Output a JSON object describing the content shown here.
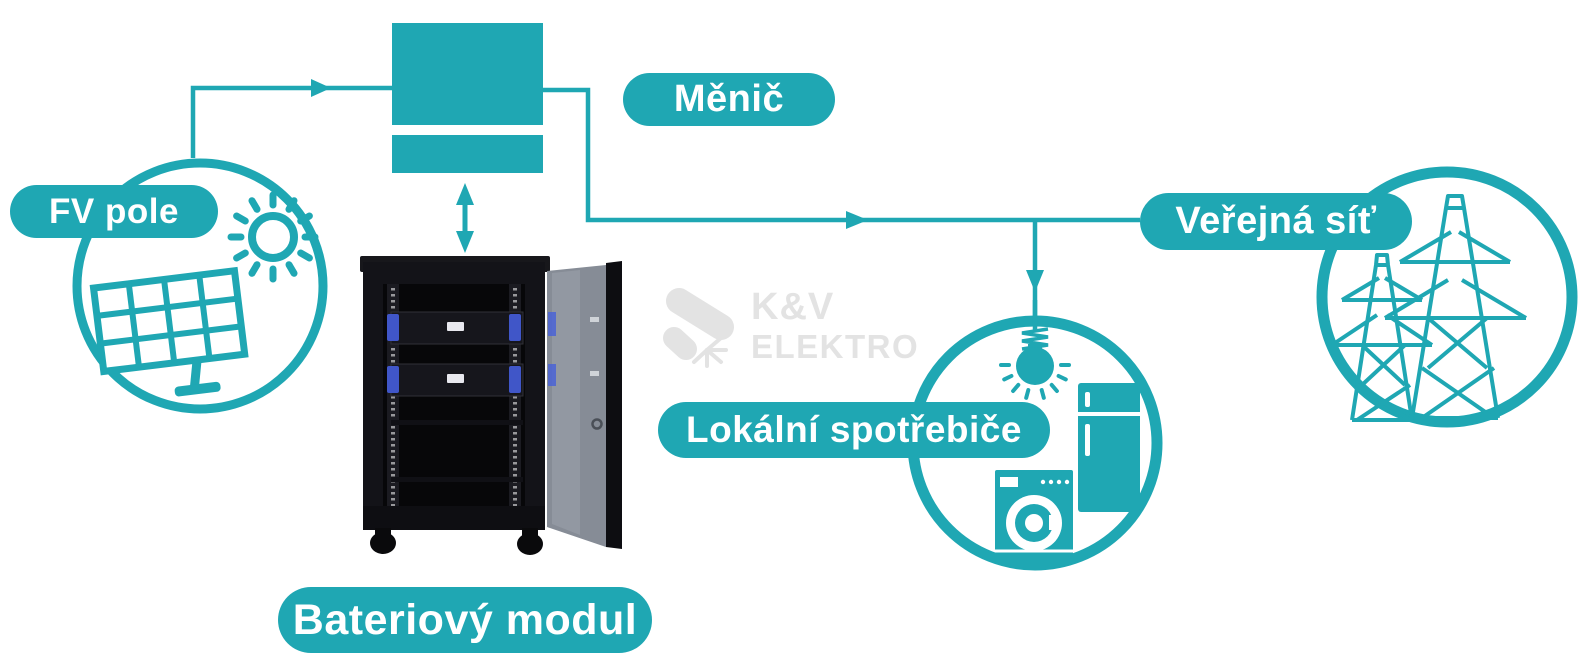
{
  "colors": {
    "background": "#ffffff",
    "teal": "#1fa7b3",
    "watermark_gray": "#e3e3e3",
    "rack_black": "#131318",
    "rack_cavity": "#070709",
    "door_glass": "#868c96",
    "unit_blue": "#4056c8",
    "label_text": "#ffffff"
  },
  "labels": {
    "fv_pole": "FV pole",
    "menic": "Měnič",
    "bateriovy_modul": "Bateriový modul",
    "lokalni_spotrebice": "Lokální spotřebiče",
    "verejna_sit": "Veřejná síť"
  },
  "watermark": {
    "brand_line1": "K&V",
    "brand_line2": "ELEKTRO"
  },
  "diagram": {
    "type": "system-schematic",
    "description_of_icons": [
      {
        "node": "fv_pole",
        "icons": [
          "sun-icon",
          "solar-panel-icon"
        ],
        "shape": "outlined-circle"
      },
      {
        "node": "menic",
        "icons": [
          "inverter-blocks"
        ],
        "shape": "two-solid-rectangles"
      },
      {
        "node": "bateriovy_modul",
        "icons": [
          "battery-rack-cabinet",
          "open-glass-door",
          "two-battery-units",
          "caster-wheels"
        ],
        "shape": "photo"
      },
      {
        "node": "lokalni_spotrebice",
        "icons": [
          "light-bulb-icon",
          "fridge-icon",
          "washing-machine-icon"
        ],
        "shape": "outlined-circle"
      },
      {
        "node": "verejna_sit",
        "icons": [
          "power-pylon-large-icon",
          "power-pylon-small-icon"
        ],
        "shape": "outlined-circle"
      }
    ],
    "edges": [
      {
        "from": "fv_pole",
        "to": "menic",
        "style": "single-arrow"
      },
      {
        "from": "menic",
        "to": "bateriovy_modul",
        "style": "double-headed-arrow"
      },
      {
        "from": "menic",
        "to": "verejna_sit",
        "style": "single-arrow"
      },
      {
        "from": "menic_to_grid_line",
        "to": "lokalni_spotrebice",
        "style": "single-arrow-branch-down"
      }
    ]
  }
}
